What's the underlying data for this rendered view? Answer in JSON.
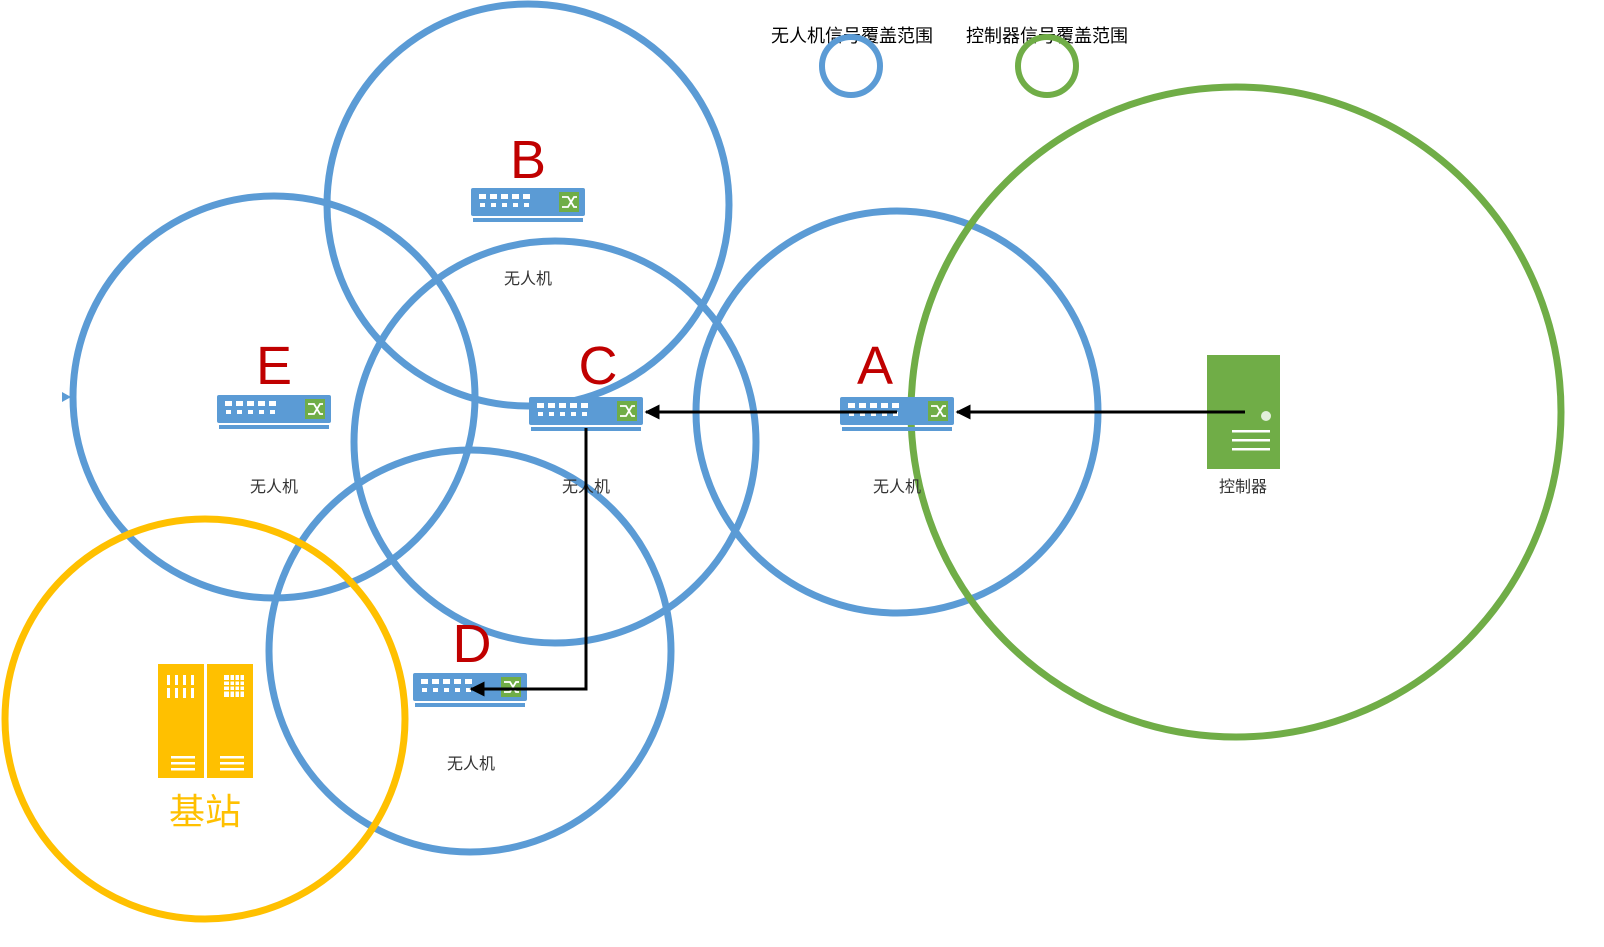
{
  "colors": {
    "drone": "#5b9bd5",
    "controller": "#70ad47",
    "base": "#ffc000",
    "letter": "#c00000",
    "arrow": "#000000"
  },
  "legend": {
    "drone_range": "无人机信号覆盖范围",
    "controller_range": "控制器信号覆盖范围"
  },
  "nodes": {
    "A": {
      "letter": "A",
      "label": "无人机"
    },
    "B": {
      "letter": "B",
      "label": "无人机"
    },
    "C": {
      "letter": "C",
      "label": "无人机"
    },
    "D": {
      "letter": "D",
      "label": "无人机"
    },
    "E": {
      "letter": "E",
      "label": "无人机"
    }
  },
  "controller": {
    "label": "控制器",
    "icon": "server-icon"
  },
  "base_station": {
    "label": "基站",
    "icon": "rack-server-icon"
  },
  "links": [
    {
      "from": "controller",
      "to": "A"
    },
    {
      "from": "A",
      "to": "C"
    },
    {
      "from": "C",
      "to": "D"
    }
  ]
}
